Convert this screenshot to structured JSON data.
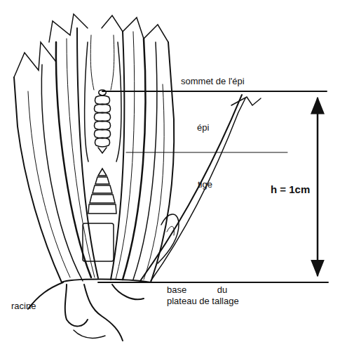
{
  "diagram": {
    "labels": [
      "sommet de l'épi",
      "épi",
      "tige",
      "h = 1cm",
      "base du plateau de tallage",
      "racine"
    ]
  }
}
